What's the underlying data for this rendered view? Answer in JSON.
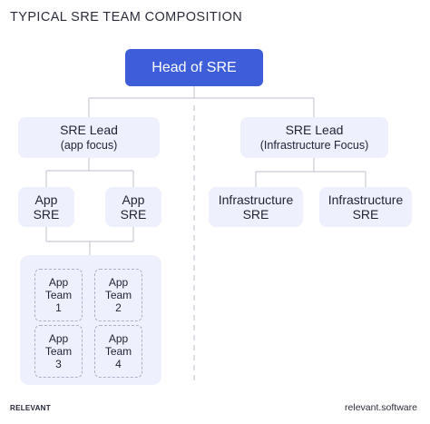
{
  "title": "TYPICAL SRE TEAM COMPOSITION",
  "head": {
    "label": "Head of SRE"
  },
  "leads": [
    {
      "label": "SRE Lead",
      "sub": "(app focus)"
    },
    {
      "label": "SRE Lead",
      "sub": "(Infrastructure Focus)"
    }
  ],
  "sres": [
    {
      "line1": "App",
      "line2": "SRE"
    },
    {
      "line1": "App",
      "line2": "SRE"
    },
    {
      "line1": "Infrastructure",
      "line2": "SRE"
    },
    {
      "line1": "Infrastructure",
      "line2": "SRE"
    }
  ],
  "teams": [
    {
      "line1": "App",
      "line2": "Team",
      "num": "1"
    },
    {
      "line1": "App",
      "line2": "Team",
      "num": "2"
    },
    {
      "line1": "App",
      "line2": "Team",
      "num": "3"
    },
    {
      "line1": "App",
      "line2": "Team",
      "num": "4"
    }
  ],
  "footer": {
    "brand": "RELEVANT",
    "site": "relevant.software"
  },
  "colors": {
    "head_bg": "#3d5ed8",
    "node_bg": "#eef1fd",
    "line": "#c9ccd6",
    "divider": "#bdbfc8"
  }
}
